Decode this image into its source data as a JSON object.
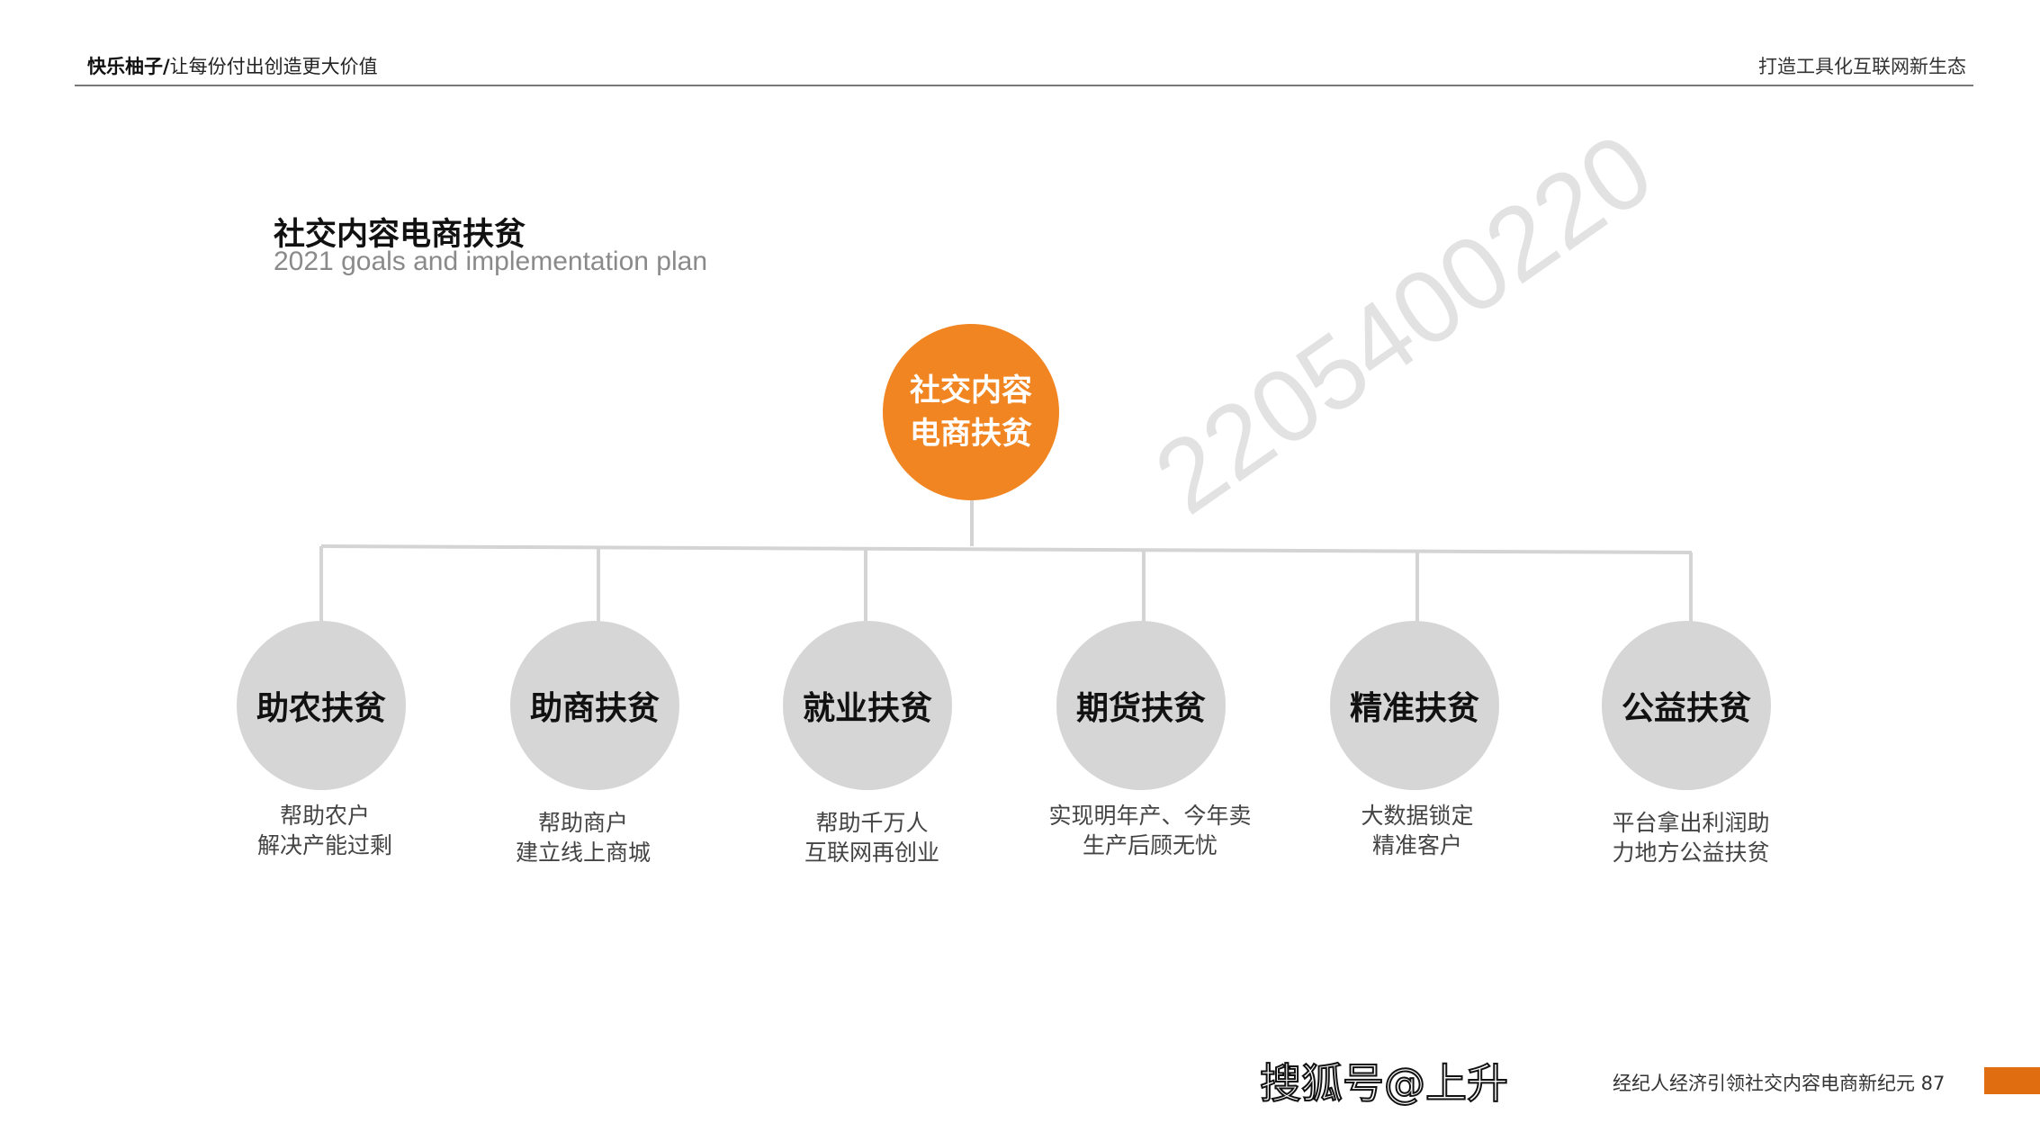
{
  "header": {
    "brand": "快乐柚子/",
    "slogan": "让每份付出创造更大价值",
    "right": "打造工具化互联网新生态"
  },
  "title": "社交内容电商扶贫",
  "subtitle": "2021 goals and implementation plan",
  "center": {
    "line1": "社交内容",
    "line2": "电商扶贫"
  },
  "nodes": [
    {
      "label": "助农扶贫",
      "desc1": "帮助农户",
      "desc2": "解决产能过剩"
    },
    {
      "label": "助商扶贫",
      "desc1": "帮助商户",
      "desc2": "建立线上商城"
    },
    {
      "label": "就业扶贫",
      "desc1": "帮助千万人",
      "desc2": "互联网再创业"
    },
    {
      "label": "期货扶贫",
      "desc1": "实现明年产、今年卖",
      "desc2": "生产后顾无忧"
    },
    {
      "label": "精准扶贫",
      "desc1": "大数据锁定",
      "desc2": "精准客户"
    },
    {
      "label": "公益扶贫",
      "desc1": "平台拿出利润助",
      "desc2": "力地方公益扶贫"
    }
  ],
  "watermark": "2205400220",
  "footer": {
    "text": "经纪人经济引领社交内容电商新纪元 87"
  },
  "sohu_watermark": "搜狐号@上升",
  "colors": {
    "accent": "#f18521",
    "node": "#d6d6d6",
    "footer_bar": "#e06d10"
  }
}
